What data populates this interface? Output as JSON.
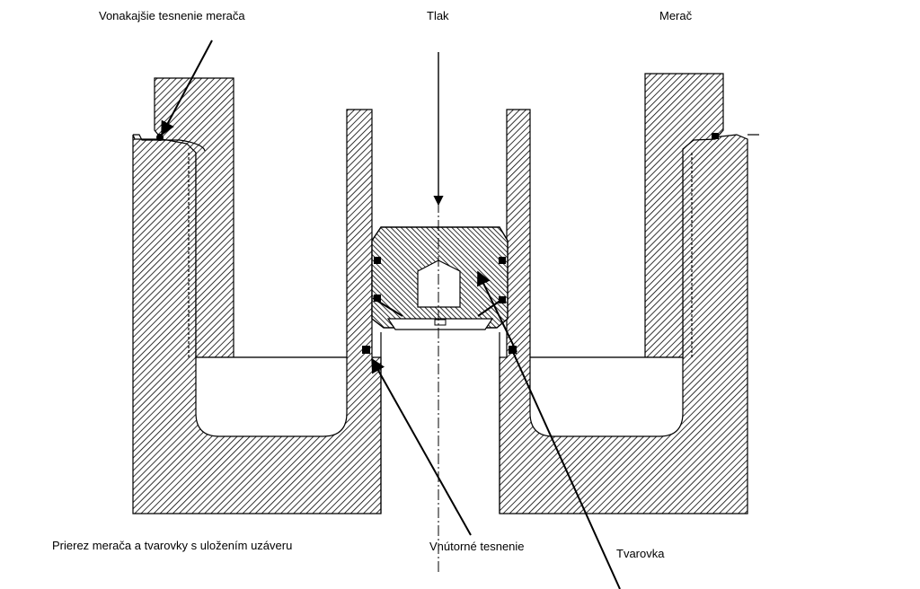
{
  "labels": {
    "outer_seal": "Vonakajšie tesnenie merača",
    "pressure": "Tlak",
    "gauge": "Merač",
    "caption": "Prierez merača a tvarovky s uložením uzáveru",
    "inner_seal": "Vnútorné tesnenie",
    "fitting": "Tvarovka"
  },
  "colors": {
    "line": "#000000",
    "background": "#ffffff"
  }
}
